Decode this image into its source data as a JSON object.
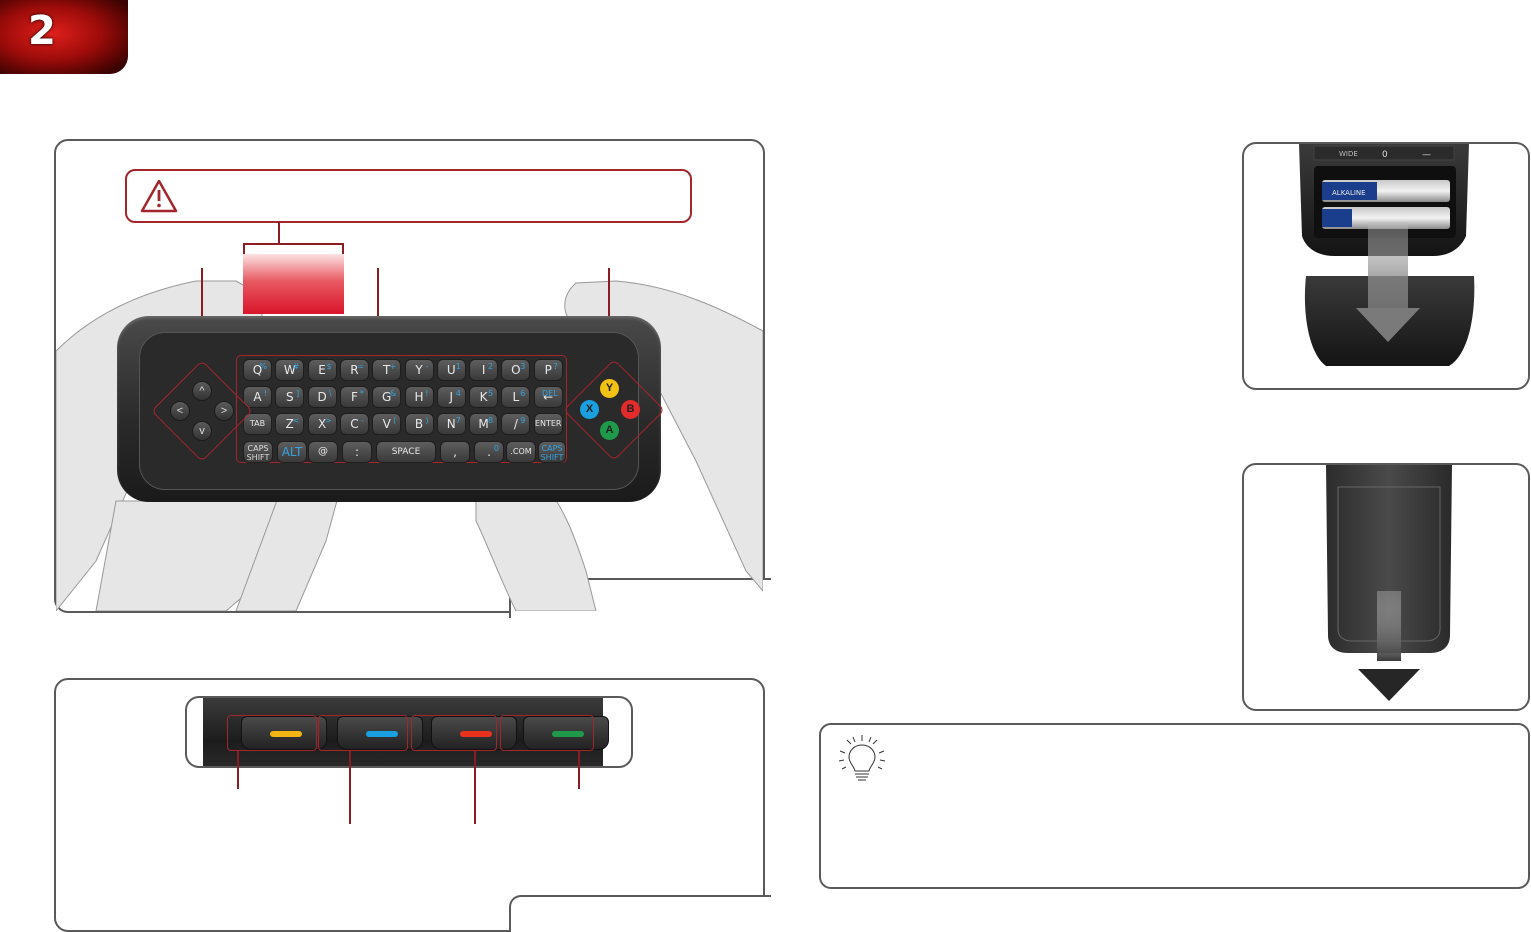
{
  "chapter": {
    "number": "2"
  },
  "keyboard_remote": {
    "rows": [
      [
        {
          "k": "Q",
          "s": "%"
        },
        {
          "k": "W",
          "s": "#"
        },
        {
          "k": "E",
          "s": "$"
        },
        {
          "k": "R",
          "s": "="
        },
        {
          "k": "T",
          "s": "+"
        },
        {
          "k": "Y",
          "s": "-"
        },
        {
          "k": "U",
          "s": "1"
        },
        {
          "k": "I",
          "s": "2"
        },
        {
          "k": "O",
          "s": "3"
        },
        {
          "k": "P",
          "s": "?"
        }
      ],
      [
        {
          "k": "A",
          "s": "!"
        },
        {
          "k": "S",
          "s": "]"
        },
        {
          "k": "D",
          "s": "\\"
        },
        {
          "k": "F",
          "s": "*"
        },
        {
          "k": "G",
          "s": "&"
        },
        {
          "k": "H",
          "s": "!"
        },
        {
          "k": "J",
          "s": "4"
        },
        {
          "k": "K",
          "s": "5"
        },
        {
          "k": "L",
          "s": "6"
        },
        {
          "k": "←",
          "s": "DEL"
        }
      ],
      [
        {
          "k": "TAB",
          "s": ""
        },
        {
          "k": "Z",
          "s": "<"
        },
        {
          "k": "X",
          "s": ">"
        },
        {
          "k": "C",
          "s": "-"
        },
        {
          "k": "V",
          "s": "("
        },
        {
          "k": "B",
          "s": ")"
        },
        {
          "k": "N",
          "s": "7"
        },
        {
          "k": "M",
          "s": "8"
        },
        {
          "k": "/",
          "s": "9"
        },
        {
          "k": "ENTER",
          "s": ""
        }
      ]
    ],
    "bottom_row": {
      "caps_left": "CAPS SHIFT",
      "alt": "ALT",
      "at": "@",
      "colon": ":",
      "space": "SPACE",
      "comma": ",",
      "period": ".",
      "zero": "0",
      "com": ".COM",
      "caps_right": "CAPS SHIFT"
    },
    "dpad": {
      "up": "^",
      "down": "v",
      "left": "<",
      "right": ">"
    },
    "action_buttons": {
      "y": "Y",
      "x": "X",
      "b": "B",
      "a": "A"
    }
  },
  "color_keys": {
    "colors": [
      "#f2b614",
      "#1aa0e0",
      "#e8321e",
      "#1f9a4a"
    ]
  },
  "battery_photo": {
    "button_labels": {
      "wide": "WIDE",
      "zero": "0",
      "dash": "—"
    },
    "battery_brand": "ALKALINE"
  },
  "icons": {
    "warning": "warning-triangle-icon",
    "tip": "lightbulb-icon"
  },
  "accent_color": "#a3262c"
}
